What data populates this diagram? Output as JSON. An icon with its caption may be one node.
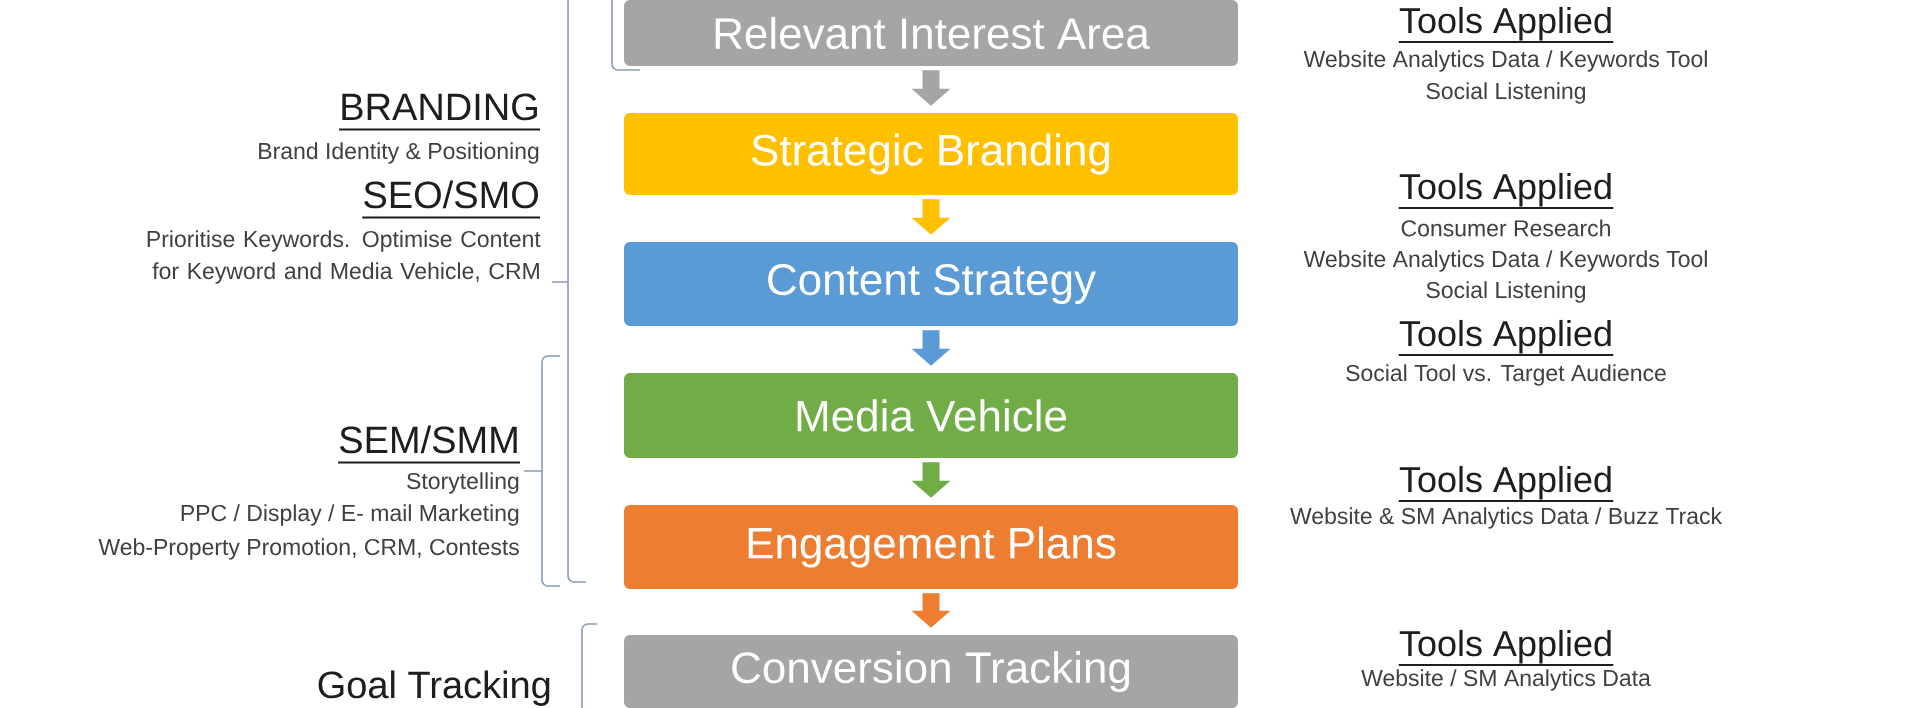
{
  "diagram": {
    "nodes": [
      {
        "text": [
          "Relevant Interest Area"
        ]
      },
      {
        "text": [
          "Strategic Branding"
        ]
      },
      {
        "text": [
          "Content Strategy"
        ]
      },
      {
        "text": [
          "Media Vehicle"
        ]
      },
      {
        "text": [
          "Engagement Plans"
        ]
      },
      {
        "text": [
          "Conversion Tracking"
        ]
      }
    ],
    "edges": [
      {
        "from": 0,
        "to": 1,
        "arrow": "to",
        "color": "#a5a5a5"
      },
      {
        "from": 1,
        "to": 2,
        "arrow": "to",
        "color": "#ffc000"
      },
      {
        "from": 2,
        "to": 3,
        "arrow": "to",
        "color": "#5b9bd5"
      },
      {
        "from": 3,
        "to": 4,
        "arrow": "to",
        "color": "#70ad47"
      },
      {
        "from": 4,
        "to": 5,
        "arrow": "to",
        "color": "#ed7d31"
      }
    ],
    "labels": [
      "BRANDING",
      "Brand Identity & Positioning",
      "SEO/SMO",
      "Prioritise Keywords. Optimise Content for Keyword and Media Vehicle, CRM",
      "SEM/SMM",
      "Storytelling",
      "PPC / Display / E- mail Marketing",
      "Web-Property Promotion, CRM, Contests",
      "Goal Tracking",
      "Tools Applied",
      "Website Analytics Data / Keywords Tool",
      "Social Listening",
      "Tools Applied",
      "Consumer Research",
      "Website Analytics Data / Keywords Tool",
      "Social Listening",
      "Tools Applied",
      "Social Tool vs. Target Audience",
      "Tools Applied",
      "Website & SM Analytics Data / Buzz Track",
      "Tools Applied",
      "Website / SM Analytics Data"
    ]
  }
}
